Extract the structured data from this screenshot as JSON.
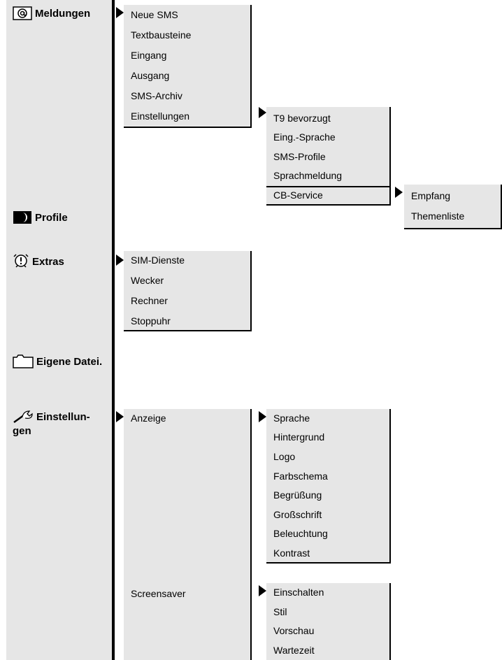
{
  "main_menu": [
    {
      "label": "Meldungen",
      "icon": "at-envelope-icon"
    },
    {
      "label": "Profile",
      "icon": "profile-moon-icon"
    },
    {
      "label": "Extras",
      "icon": "alarm-clock-icon"
    },
    {
      "label": "Eigene Datei.",
      "icon": "folder-icon"
    },
    {
      "label": "Einstellun-gen",
      "icon": "wrench-icon"
    }
  ],
  "meldungen_items": [
    "Neue SMS",
    "Textbausteine",
    "Eingang",
    "Ausgang",
    "SMS-Archiv",
    "Einstellungen"
  ],
  "einstellungen_sub": [
    "T9 bevorzugt",
    "Eing.-Sprache",
    "SMS-Profile",
    "Sprachmeldung",
    "CB-Service"
  ],
  "cb_service_sub": [
    "Empfang",
    "Themenliste"
  ],
  "extras_items": [
    "SIM-Dienste",
    "Wecker",
    "Rechner",
    "Stoppuhr"
  ],
  "einstellungen_items": [
    "Anzeige",
    "Screensaver"
  ],
  "anzeige_sub": [
    "Sprache",
    "Hintergrund",
    "Logo",
    "Farbschema",
    "Begrüßung",
    "Großschrift",
    "Beleuchtung",
    "Kontrast"
  ],
  "screensaver_sub": [
    "Einschalten",
    "Stil",
    "Vorschau",
    "Wartezeit"
  ]
}
